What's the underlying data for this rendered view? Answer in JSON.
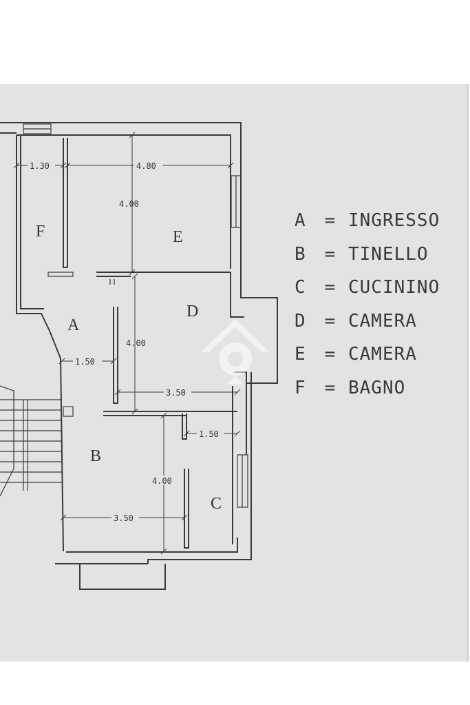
{
  "rooms": {
    "A": "A",
    "B": "B",
    "C": "C",
    "D": "D",
    "E": "E",
    "F": "F"
  },
  "dimensions": {
    "f_width": "1.30",
    "e_width": "4.80",
    "e_depth": "4.00",
    "d_depth": "4.00",
    "a_width": "1.50",
    "d_width": "3.50",
    "c_width": "1.50",
    "b_depth": "4.00",
    "b_width": "3.50"
  },
  "legend": [
    {
      "key": "A",
      "eq": "=",
      "name": "INGRESSO"
    },
    {
      "key": "B",
      "eq": "=",
      "name": "TINELLO"
    },
    {
      "key": "C",
      "eq": "=",
      "name": "CUCININO"
    },
    {
      "key": "D",
      "eq": "=",
      "name": "CAMERA"
    },
    {
      "key": "E",
      "eq": "=",
      "name": "CAMERA"
    },
    {
      "key": "F",
      "eq": "=",
      "name": "BAGNO"
    }
  ],
  "watermark_icon": "house-logo-icon"
}
